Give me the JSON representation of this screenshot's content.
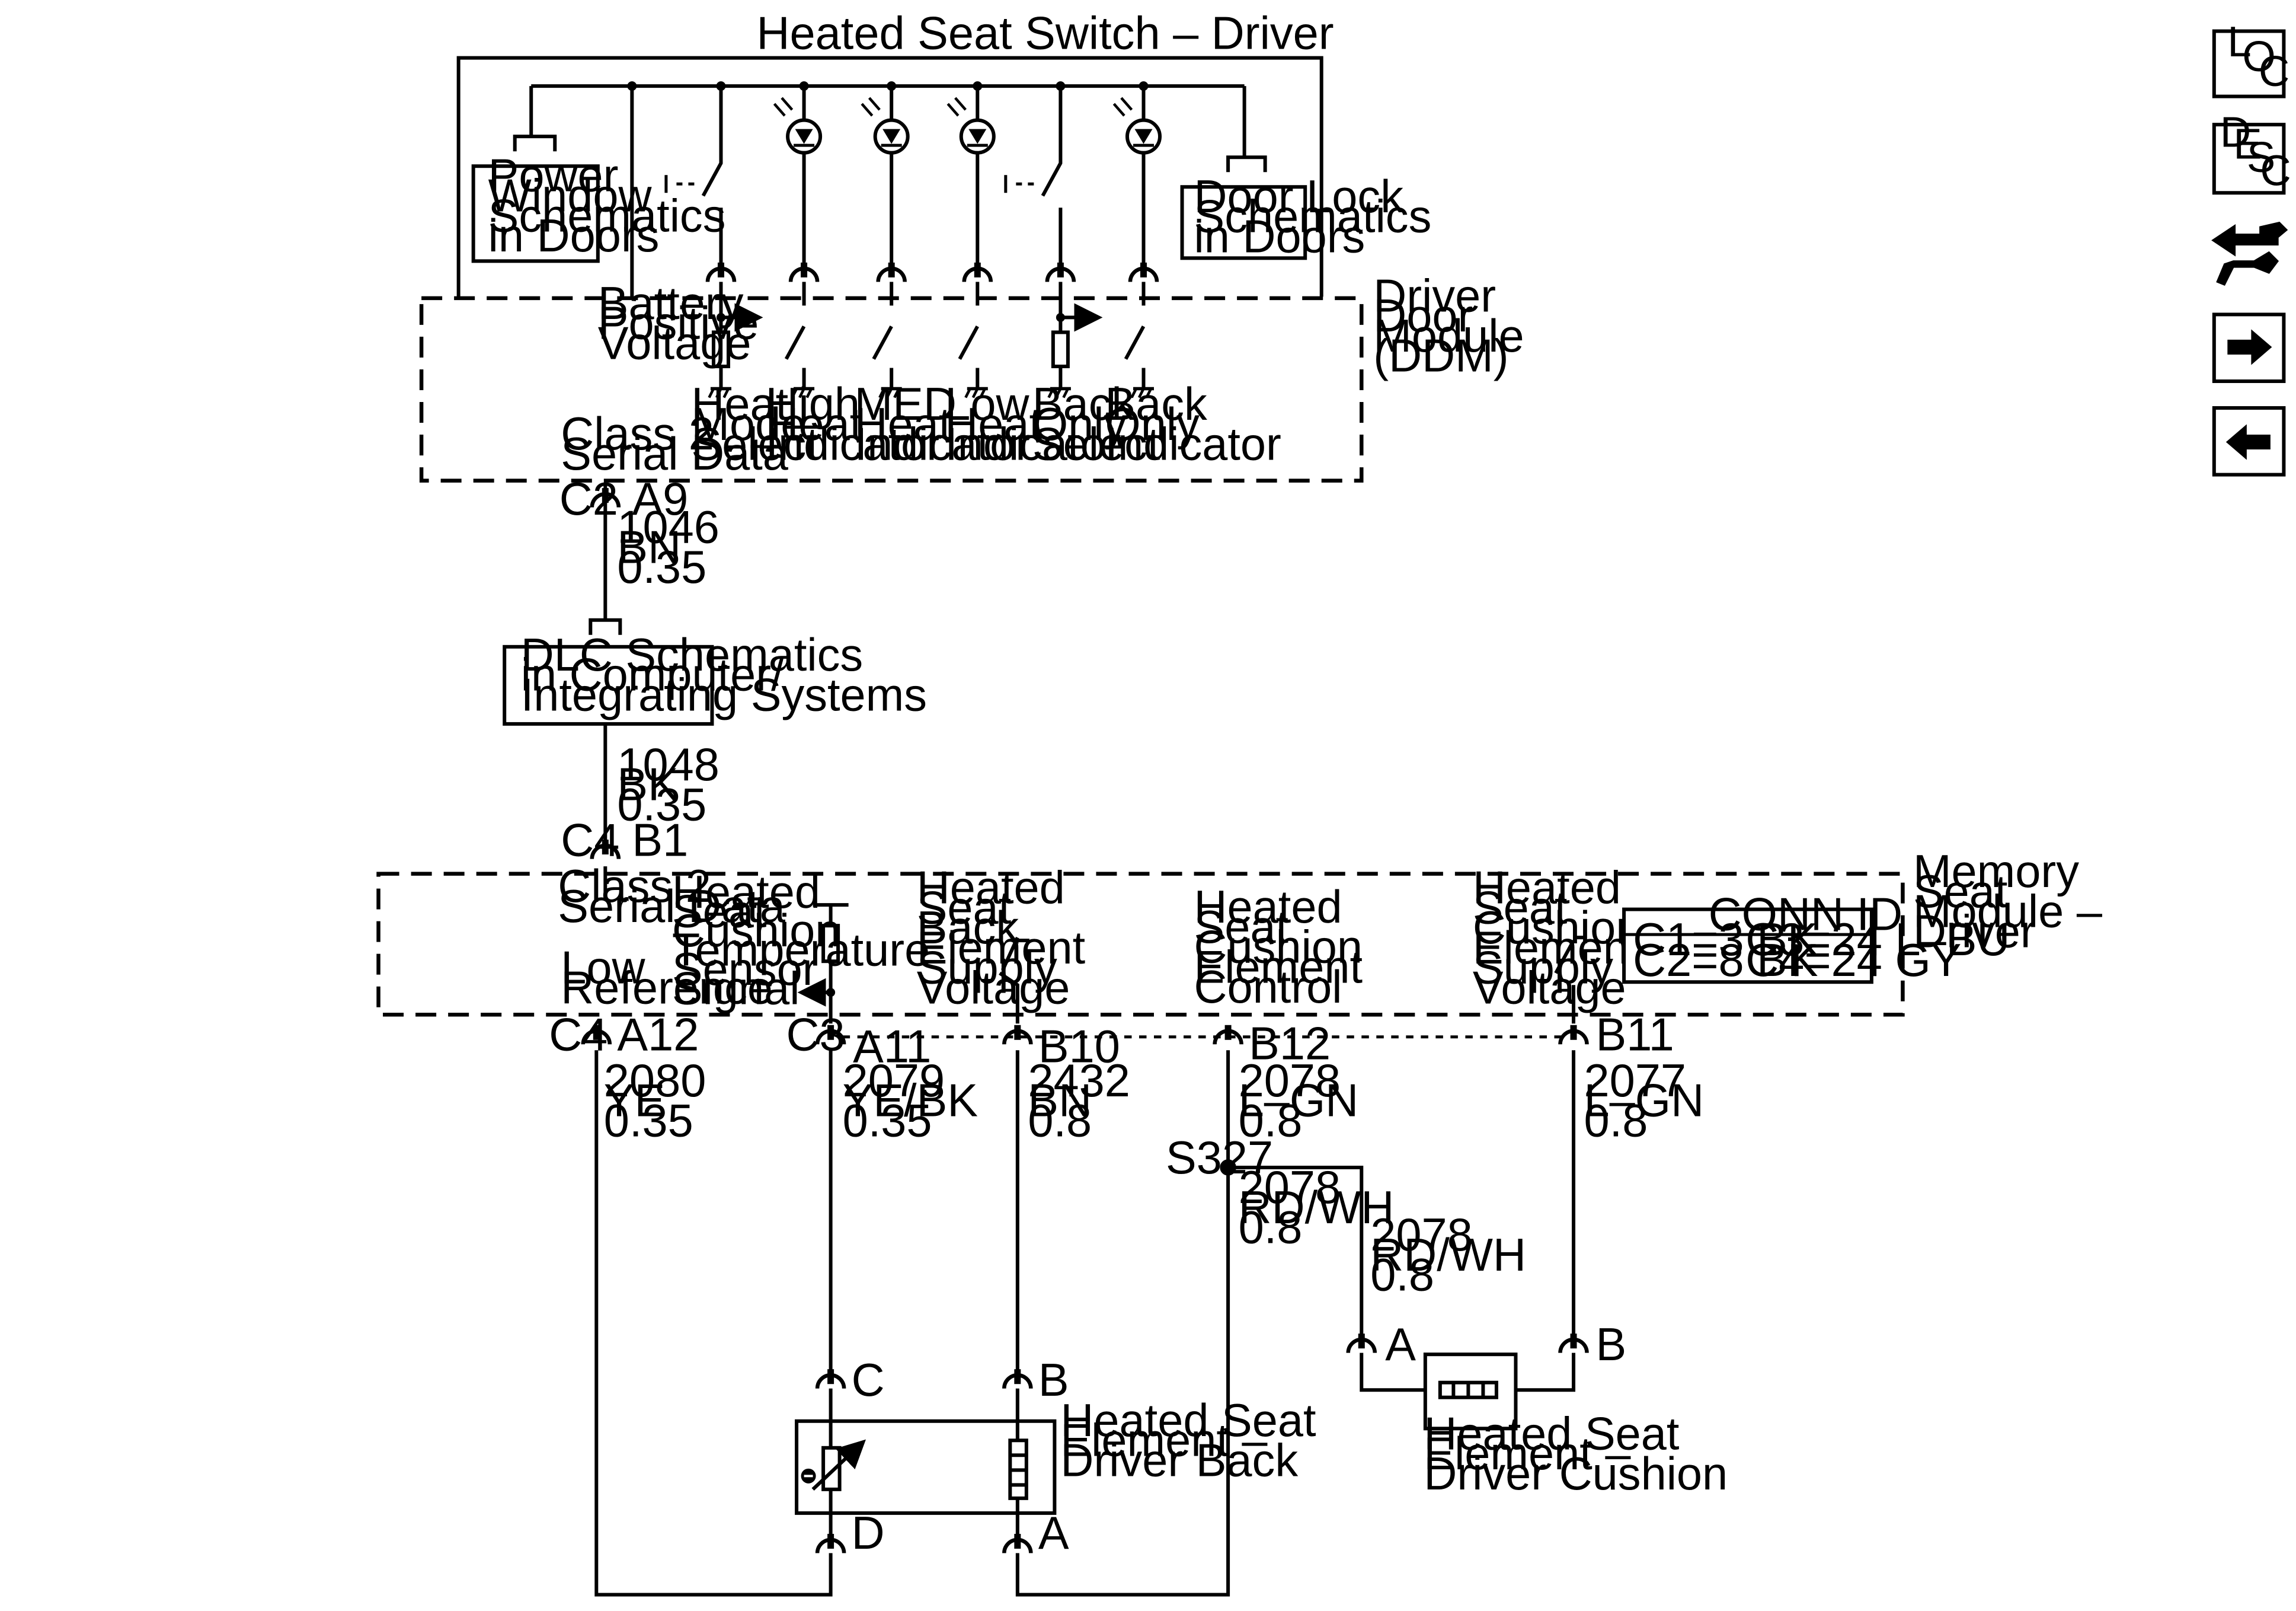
{
  "heated_seat_switch": {
    "title": "Heated Seat Switch – Driver",
    "power_window_box": [
      "Power",
      "Window",
      "Schematics",
      "in Doors"
    ],
    "door_lock_box": [
      "Door Lock",
      "Schematics",
      "in Doors"
    ]
  },
  "ddm": {
    "name": [
      "Driver",
      "Door",
      "Module",
      "(DDM)"
    ],
    "battery": [
      "Battery",
      "Positive",
      "Voltage"
    ],
    "class2": [
      "Class 2",
      "Serial Data"
    ],
    "heat_mode_select": [
      "Heat",
      "Mode",
      "Select"
    ],
    "high_heat_indicator": [
      "High",
      "Heat",
      "Indicator"
    ],
    "med_heat_indicator": [
      "MED",
      "Heat",
      "Indicator"
    ],
    "low_heat_indicator": [
      "Low",
      "Heat",
      "Indicator"
    ],
    "back_only_select": [
      "Back",
      "Only",
      "Select"
    ],
    "back_only_indicator": [
      "Back",
      "Only",
      "Indicator"
    ]
  },
  "connectors": {
    "ddm_c2": "C2",
    "ddm_a9": "A9",
    "msm_c4_top": "C4",
    "msm_b1": "B1",
    "msm_c4_bottom": "C4",
    "msm_a12": "A12",
    "msm_c3": "C3",
    "msm_a11": "A11",
    "msm_b10": "B10",
    "msm_b12": "B12",
    "msm_b11": "B11",
    "back_c": "C",
    "back_b": "B",
    "back_d": "D",
    "back_a": "A",
    "cushion_a": "A",
    "cushion_b": "B"
  },
  "wires": {
    "w1046": [
      "1046",
      "BN",
      "0.35"
    ],
    "w1048": [
      "1048",
      "BK",
      "0.35"
    ],
    "w2080": [
      "2080",
      "YE",
      "0.35"
    ],
    "w2079": [
      "2079",
      "YE/BK",
      "0.35"
    ],
    "w2432": [
      "2432",
      "BN",
      "0.8"
    ],
    "w2078_top": [
      "2078",
      "L–GN",
      "0.8"
    ],
    "w2077": [
      "2077",
      "L–GN",
      "0.8"
    ],
    "w2078_rdwh_left": [
      "2078",
      "RD/WH",
      "0.8"
    ],
    "w2078_rdwh_right": [
      "2078",
      "RD/WH",
      "0.8"
    ]
  },
  "splice": "S327",
  "dlc_box": [
    "DLC Schematics",
    "in Computer/",
    "Integrating Systems"
  ],
  "msm": {
    "name": [
      "Memory",
      "Seat",
      "Module –",
      "Driver"
    ],
    "class2": [
      "Class 2",
      "Serial Data"
    ],
    "low_ref": [
      "Low",
      "Reference"
    ],
    "cushion_temp": [
      "Heated",
      "Seat",
      "Cushion",
      "Temperature",
      "Sensor",
      "Signal"
    ],
    "back_supply": [
      "Heated",
      "Seat",
      "Back",
      "Element",
      "Supply",
      "Voltage"
    ],
    "cushion_control": [
      "Heated",
      "Seat",
      "Cushion",
      "Element",
      "Control"
    ],
    "cushion_supply": [
      "Heated",
      "Seat",
      "Cushion",
      "Element",
      "Supply",
      "Voltage"
    ]
  },
  "conn_id": {
    "title": "CONN ID",
    "rows": [
      [
        "C1=3 BK",
        "C3=24 L–BU"
      ],
      [
        "C2=8 BK",
        "C4=24 GY"
      ]
    ]
  },
  "back_element": [
    "Heated Seat",
    "Element –",
    "Driver Back"
  ],
  "cushion_element": [
    "Heated Seat",
    "Element –",
    "Driver Cushion"
  ],
  "nav": {
    "loc": [
      "L",
      "O",
      "C"
    ],
    "desc": [
      "D",
      "E",
      "S",
      "C"
    ],
    "icons": [
      "connector-end-view-icon",
      "next-arrow-icon",
      "previous-arrow-icon"
    ]
  }
}
